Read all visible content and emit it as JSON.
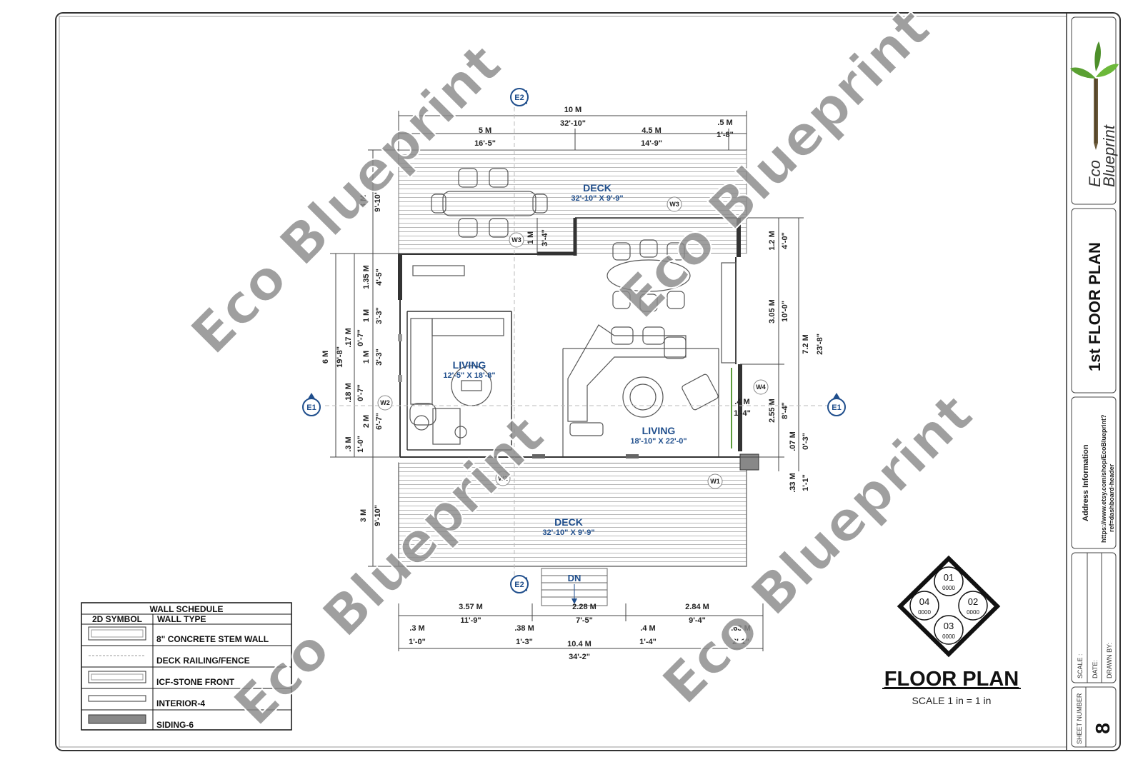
{
  "sheet": {
    "title": "FLOOR PLAN",
    "scale_text": "SCALE 1 in = 1 in"
  },
  "title_block": {
    "logo_text_1": "Eco",
    "logo_text_2": "Blueprint",
    "plan_name": "1st FLOOR PLAN",
    "address_label": "Address Information",
    "url_line_1": "https://www.etsy.com/shop/EcoBlueprint?",
    "url_line_2": "ref=dashboard-header",
    "scale_label": "SCALE :",
    "date_label": "DATE:",
    "drawn_label": "DRAWN BY:",
    "sheet_number_label": "SHEET NUMBER",
    "sheet_number": "8"
  },
  "watermark": "Eco Blueprint",
  "rooms": {
    "deck_top_name": "DECK",
    "deck_top_size": "32'-10\" X 9'-9\"",
    "living_left_name": "LIVING",
    "living_left_size": "12'-5\" X 18'-8\"",
    "living_right_name": "LIVING",
    "living_right_size": "18'-10\" X 22'-0\"",
    "deck_bottom_name": "DECK",
    "deck_bottom_size": "32'-10\" X 9'-9\"",
    "stairs_label": "DN"
  },
  "elevation_tags": {
    "e1": "E1",
    "e2": "E2"
  },
  "wall_tags": {
    "w1": "W1",
    "w2": "W2",
    "w3": "W3",
    "w4": "W4"
  },
  "dims_top": {
    "overall_m": "10 M",
    "overall_ft": "32'-10\"",
    "a_m": "5 M",
    "a_ft": "16'-5\"",
    "b_m": "4.5 M",
    "b_ft": "14'-9\"",
    "c_m": ".5 M",
    "c_ft": "1'-8\""
  },
  "dims_left": {
    "overall_m": "6 M",
    "overall_ft": "19'-8\"",
    "deck_m": "3 M",
    "deck_ft": "9'-10\"",
    "s1_m": "1.35 M",
    "s1_ft": "4'-5\"",
    "s2_m": "1 M",
    "s2_ft": "3'-3\"",
    "s3_m": ".17 M",
    "s3_ft": "0'-7\"",
    "s4_m": "1 M",
    "s4_ft": "3'-3\"",
    "s5_m": ".18 M",
    "s5_ft": "0'-7\"",
    "s6_m": "2 M",
    "s6_ft": "6'-7\"",
    "s7_m": ".3 M",
    "s7_ft": "1'-0\"",
    "deck2_m": "3 M",
    "deck2_ft": "9'-10\""
  },
  "dims_inner": {
    "m": "1 M",
    "ft": "3'-4\""
  },
  "dims_right": {
    "overall_m": "7.2 M",
    "overall_ft": "23'-8\"",
    "r1_m": "1.2 M",
    "r1_ft": "4'-0\"",
    "r2_m": "3.05 M",
    "r2_ft": "10'-0\"",
    "r3_m": "2.55 M",
    "r3_ft": "8'-4\"",
    "r4_m": ".07 M",
    "r4_ft": "0'-3\"",
    "r5_m": ".33 M",
    "r5_ft": "1'-1\"",
    "win_m": ".4 M",
    "win_ft": "1'-4\""
  },
  "dims_bottom": {
    "a_m": "3.57 M",
    "a_ft": "11'-9\"",
    "b_m": "2.28 M",
    "b_ft": "7'-5\"",
    "c_m": "2.84 M",
    "c_ft": "9'-4\"",
    "d_m": ".3 M",
    "d_ft": "1'-0\"",
    "e_m": ".38 M",
    "e_ft": "1'-3\"",
    "f_m": ".4 M",
    "f_ft": "1'-4\"",
    "g_m": ".63 M",
    "g_ft": "2'-1\"",
    "overall_m": "10.4 M",
    "overall_ft": "34'-2\""
  },
  "wall_schedule": {
    "title": "WALL SCHEDULE",
    "col_symbol": "2D SYMBOL",
    "col_type": "WALL TYPE",
    "rows": [
      "8\" CONCRETE STEM WALL",
      "DECK RAILING/FENCE",
      "ICF-STONE FRONT",
      "INTERIOR-4",
      "SIDING-6"
    ]
  },
  "section_key": {
    "n1": "01",
    "n2": "02",
    "n3": "03",
    "n4": "04",
    "code": "0000"
  }
}
